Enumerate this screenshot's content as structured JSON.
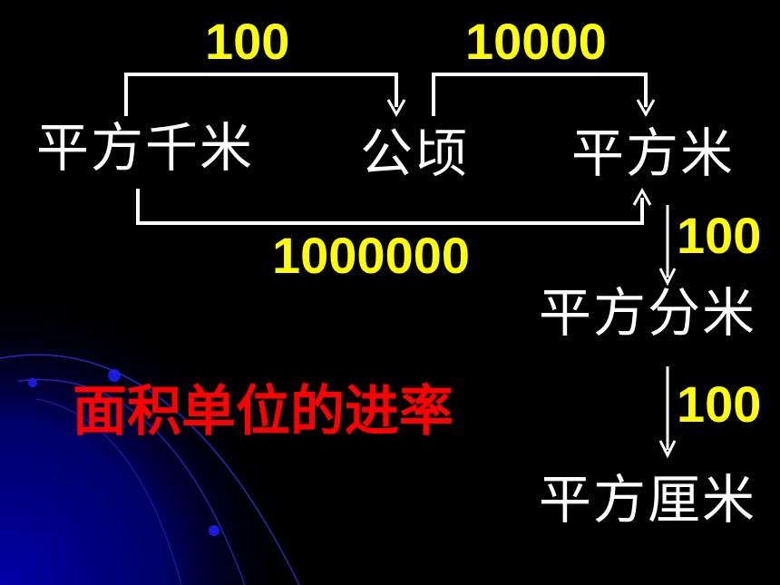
{
  "title": "面积单位的进率",
  "units": {
    "km2": "平方千米",
    "hectare": "公顷",
    "m2": "平方米",
    "dm2": "平方分米",
    "cm2": "平方厘米"
  },
  "rates": {
    "km2_to_hectare": "100",
    "hectare_to_m2": "10000",
    "km2_to_m2": "1000000",
    "m2_to_dm2": "100",
    "dm2_to_cm2": "100"
  },
  "colors": {
    "background": "#000000",
    "unit_text": "#ffffff",
    "rate_text": "#ffff00",
    "title_text": "#ff0000",
    "decoration": "#1a1aff"
  }
}
